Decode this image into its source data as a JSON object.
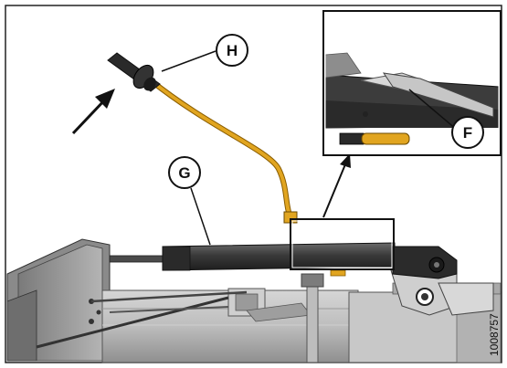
{
  "callouts": {
    "h": "H",
    "g": "G",
    "f": "F"
  },
  "figure_id": "1008757",
  "colors": {
    "hose": "#e1a520",
    "cylinder": "#3c3c3c",
    "machine_gray": "#b9b9b9",
    "inset_frame": "#111111"
  }
}
